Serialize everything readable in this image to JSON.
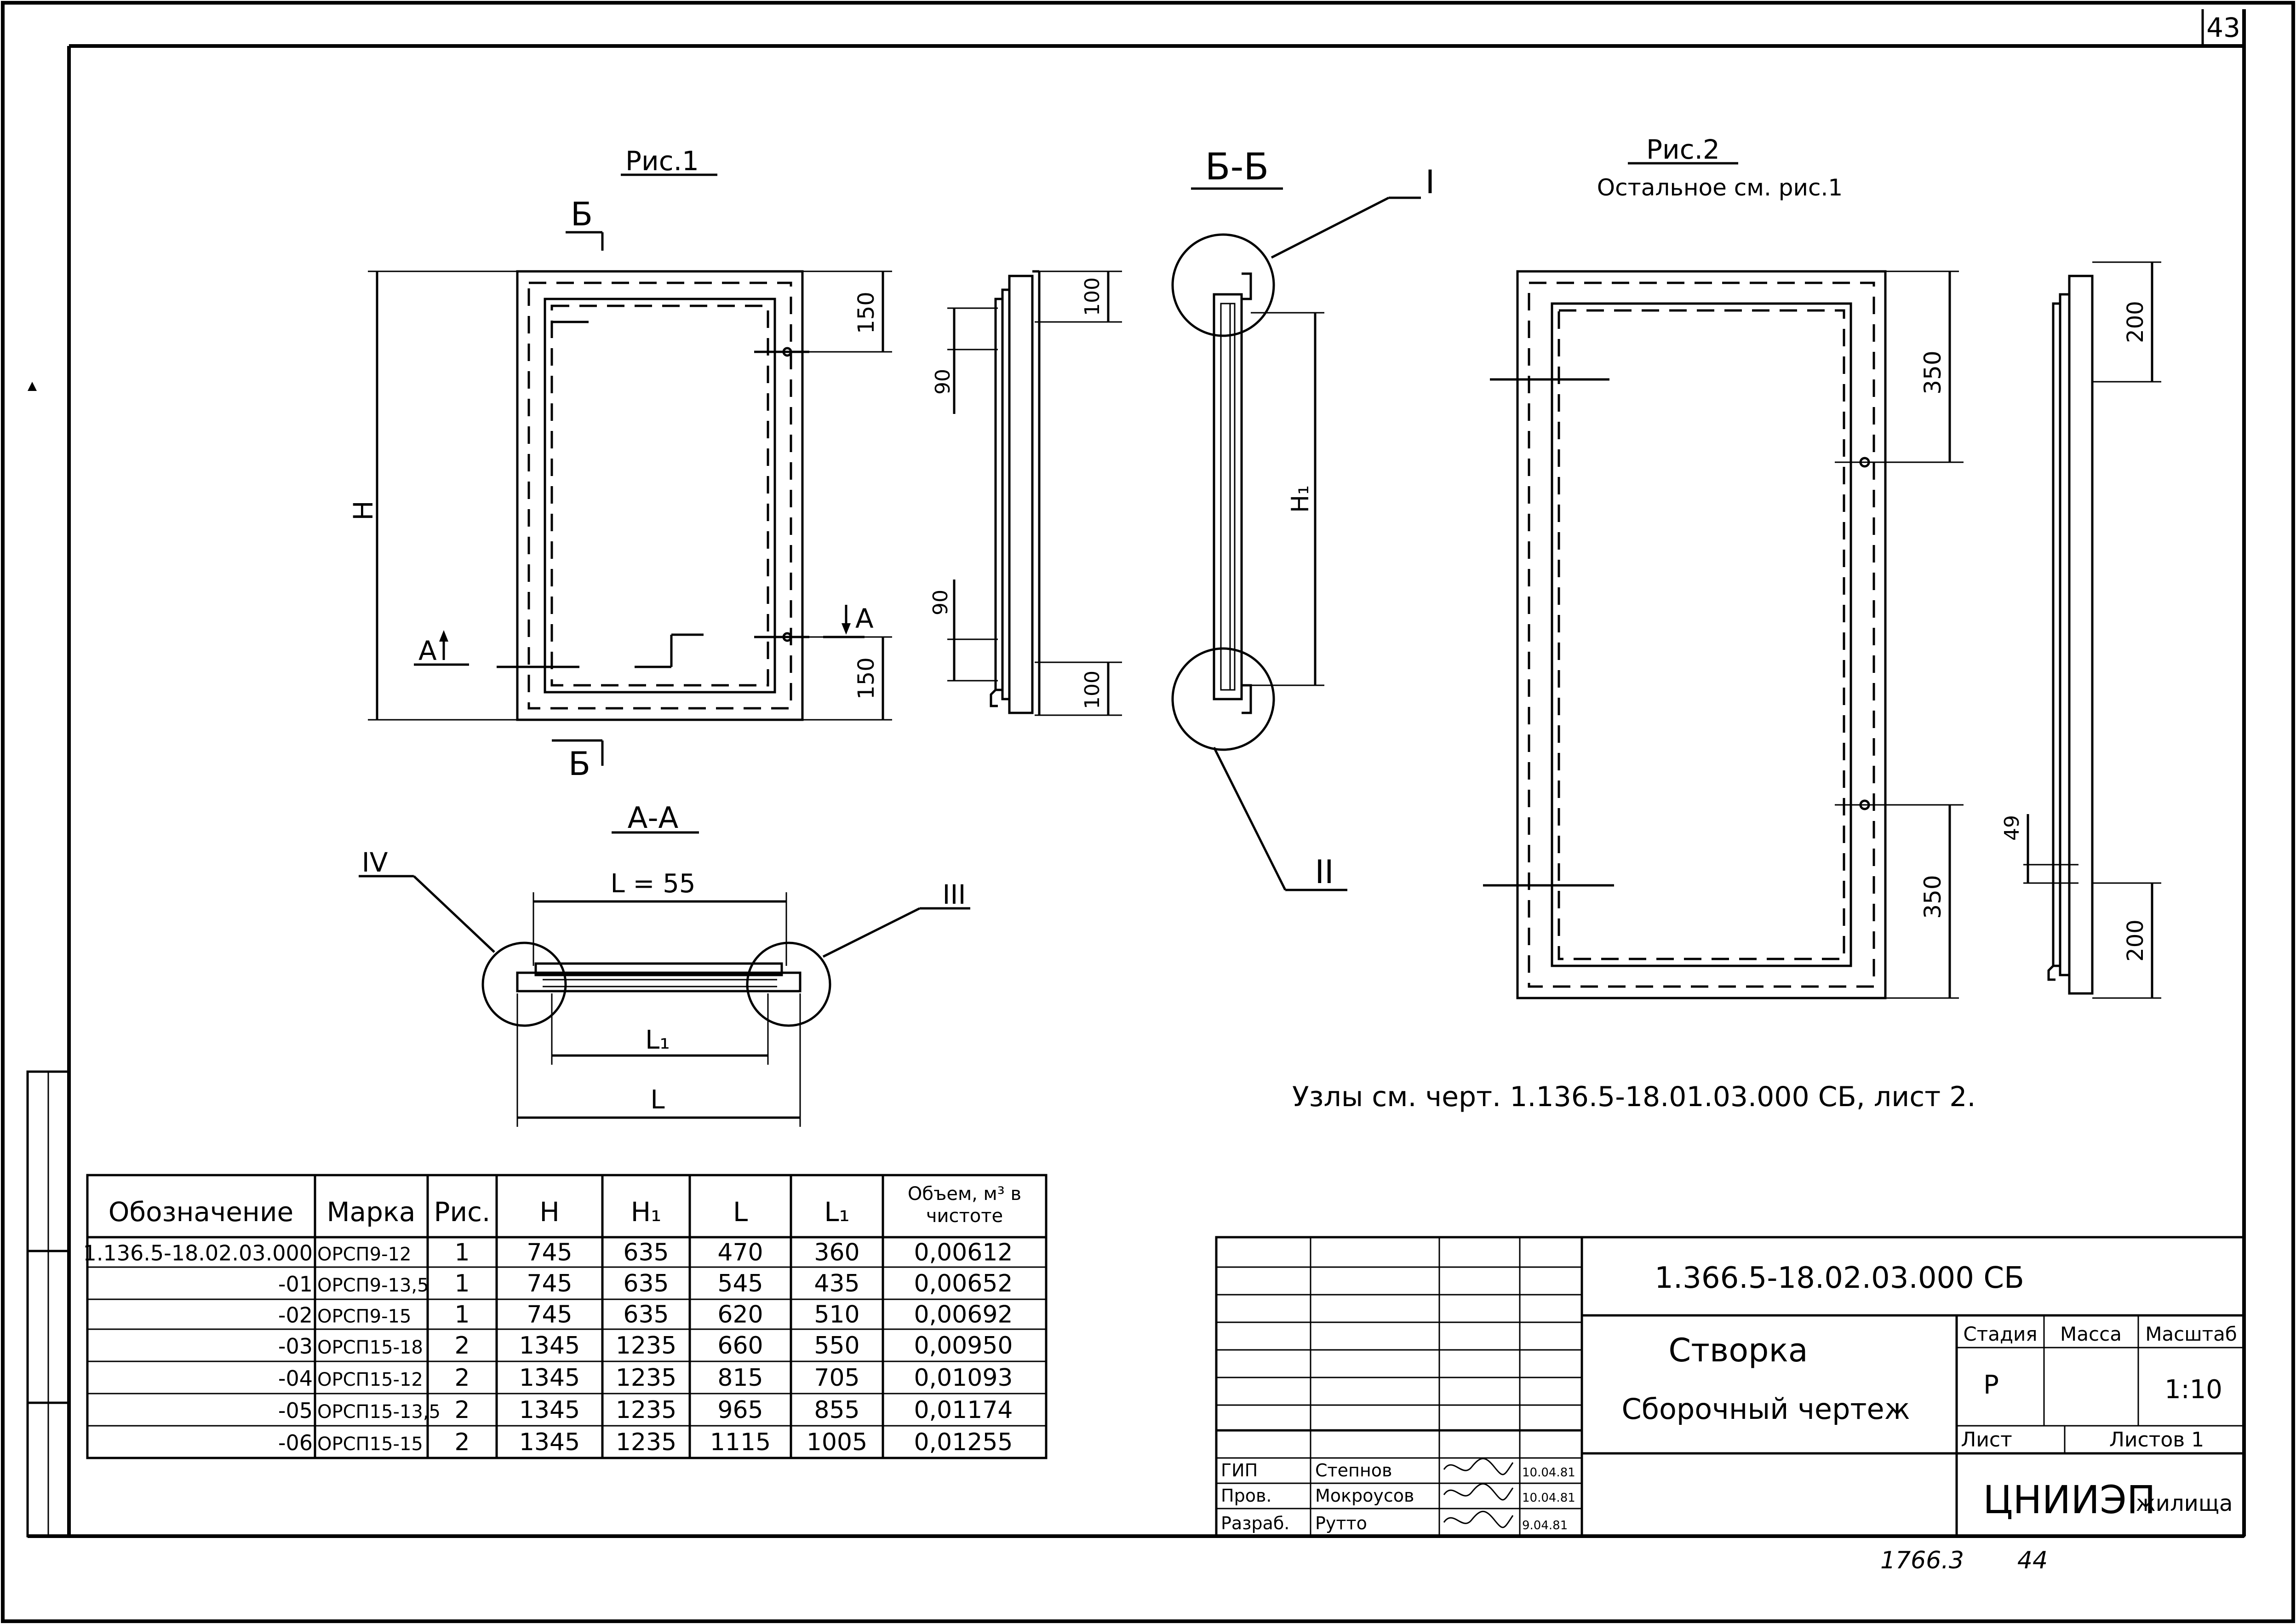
{
  "sheet_number_top": "43",
  "figures": {
    "fig1_title": "Рис.1",
    "fig2_title": "Рис.2",
    "fig2_note": "Остальное см. рис.1",
    "section_bb": "Б-Б",
    "section_aa": "А-А",
    "section_mark_b": "Б",
    "section_mark_a": "А",
    "node_I": "I",
    "node_II": "II",
    "node_III": "III",
    "node_IV": "IV",
    "dim_H": "H",
    "dim_H1": "H₁",
    "dim_L": "L",
    "dim_L1": "L₁",
    "dim_L55": "L = 55",
    "dim_150": "150",
    "dim_100": "100",
    "dim_90": "90",
    "dim_350": "350",
    "dim_200": "200",
    "dim_49": "49"
  },
  "nodes_note": "Узлы см. черт.   1.136.5-18.01.03.000 СБ, лист 2.",
  "spec_table": {
    "headers": [
      "Обозначение",
      "Марка",
      "Рис.",
      "H",
      "H₁",
      "L",
      "L₁",
      "Объем, м³ в чистоте"
    ],
    "rows": [
      [
        "1.136.5-18.02.03.000",
        "ОРСП9-12",
        "1",
        "745",
        "635",
        "470",
        "360",
        "0,00612"
      ],
      [
        "-01",
        "ОРСП9-13,5",
        "1",
        "745",
        "635",
        "545",
        "435",
        "0,00652"
      ],
      [
        "-02",
        "ОРСП9-15",
        "1",
        "745",
        "635",
        "620",
        "510",
        "0,00692"
      ],
      [
        "-03",
        "ОРСП15-18",
        "2",
        "1345",
        "1235",
        "660",
        "550",
        "0,00950"
      ],
      [
        "-04",
        "ОРСП15-12",
        "2",
        "1345",
        "1235",
        "815",
        "705",
        "0,01093"
      ],
      [
        "-05",
        "ОРСП15-13,5",
        "2",
        "1345",
        "1235",
        "965",
        "855",
        "0,01174"
      ],
      [
        "-06",
        "ОРСП15-15",
        "2",
        "1345",
        "1235",
        "1115",
        "1005",
        "0,01255"
      ]
    ]
  },
  "title_block": {
    "doc_code": "1.366.5-18.02.03.000 СБ",
    "name_line1": "Створка",
    "name_line2": "Сборочный   чертеж",
    "stage_label": "Стадия",
    "mass_label": "Масса",
    "scale_label": "Масштаб",
    "stage_value": "Р",
    "scale_value": "1:10",
    "sheet_label": "Лист",
    "sheets_label": "Листов 1",
    "org": "ЦНИИЭП",
    "org_suffix": "жилища",
    "signatures": [
      {
        "role": "ГИП",
        "name": "Степнов",
        "date": "10.04.81"
      },
      {
        "role": "Пров.",
        "name": "Мокроусов",
        "date": "10.04.81"
      },
      {
        "role": "Разраб.",
        "name": "Рутто",
        "date": "9.04.81"
      }
    ]
  },
  "footer_left": "1766.3",
  "footer_right": "44"
}
